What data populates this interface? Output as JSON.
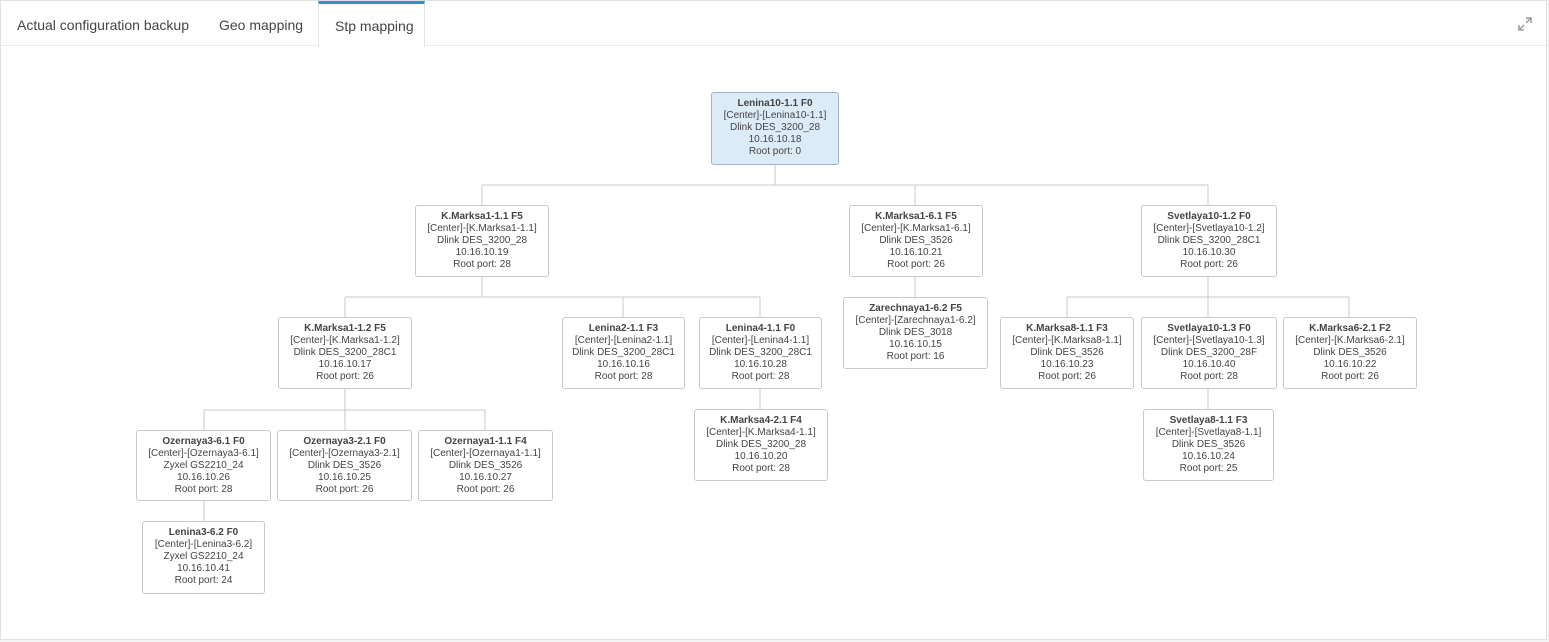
{
  "tabs": [
    {
      "label": "Actual configuration backup",
      "active": false
    },
    {
      "label": "Geo mapping",
      "active": false
    },
    {
      "label": "Stp mapping",
      "active": true
    }
  ],
  "nodes": {
    "lenina10_1_1": {
      "name": "Lenina10-1.1 F0",
      "path": "[Center]-[Lenina10-1.1]",
      "model": "Dlink DES_3200_28",
      "ip": "10.16.10.18",
      "root_port": "Root port: 0"
    },
    "kmarksa1_1_1": {
      "name": "K.Marksa1-1.1 F5",
      "path": "[Center]-[K.Marksa1-1.1]",
      "model": "Dlink DES_3200_28",
      "ip": "10.16.10.19",
      "root_port": "Root port: 28"
    },
    "kmarksa1_6_1": {
      "name": "K.Marksa1-6.1 F5",
      "path": "[Center]-[K.Marksa1-6.1]",
      "model": "Dlink DES_3526",
      "ip": "10.16.10.21",
      "root_port": "Root port: 26"
    },
    "svetlaya10_1_2": {
      "name": "Svetlaya10-1.2 F0",
      "path": "[Center]-[Svetlaya10-1.2]",
      "model": "Dlink DES_3200_28C1",
      "ip": "10.16.10.30",
      "root_port": "Root port: 26"
    },
    "kmarksa1_1_2": {
      "name": "K.Marksa1-1.2 F5",
      "path": "[Center]-[K.Marksa1-1.2]",
      "model": "Dlink DES_3200_28C1",
      "ip": "10.16.10.17",
      "root_port": "Root port: 26"
    },
    "lenina2_1_1": {
      "name": "Lenina2-1.1 F3",
      "path": "[Center]-[Lenina2-1.1]",
      "model": "Dlink DES_3200_28C1",
      "ip": "10.16.10.16",
      "root_port": "Root port: 28"
    },
    "lenina4_1_1": {
      "name": "Lenina4-1.1 F0",
      "path": "[Center]-[Lenina4-1.1]",
      "model": "Dlink DES_3200_28C1",
      "ip": "10.16.10.28",
      "root_port": "Root port: 28"
    },
    "zarechnaya1_6_2": {
      "name": "Zarechnaya1-6.2 F5",
      "path": "[Center]-[Zarechnaya1-6.2]",
      "model": "Dlink DES_3018",
      "ip": "10.16.10.15",
      "root_port": "Root port: 16"
    },
    "kmarksa8_1_1": {
      "name": "K.Marksa8-1.1 F3",
      "path": "[Center]-[K.Marksa8-1.1]",
      "model": "Dlink DES_3526",
      "ip": "10.16.10.23",
      "root_port": "Root port: 26"
    },
    "svetlaya10_1_3": {
      "name": "Svetlaya10-1.3 F0",
      "path": "[Center]-[Svetlaya10-1.3]",
      "model": "Dlink DES_3200_28F",
      "ip": "10.16.10.40",
      "root_port": "Root port: 28"
    },
    "kmarksa6_2_1": {
      "name": "K.Marksa6-2.1 F2",
      "path": "[Center]-[K.Marksa6-2.1]",
      "model": "Dlink DES_3526",
      "ip": "10.16.10.22",
      "root_port": "Root port: 26"
    },
    "ozernaya3_6_1": {
      "name": "Ozernaya3-6.1 F0",
      "path": "[Center]-[Ozernaya3-6.1]",
      "model": "Zyxel GS2210_24",
      "ip": "10.16.10.26",
      "root_port": "Root port: 28"
    },
    "ozernaya3_2_1": {
      "name": "Ozernaya3-2.1 F0",
      "path": "[Center]-[Ozernaya3-2.1]",
      "model": "Dlink DES_3526",
      "ip": "10.16.10.25",
      "root_port": "Root port: 26"
    },
    "ozernaya1_1_1": {
      "name": "Ozernaya1-1.1 F4",
      "path": "[Center]-[Ozernaya1-1.1]",
      "model": "Dlink DES_3526",
      "ip": "10.16.10.27",
      "root_port": "Root port: 26"
    },
    "kmarksa4_2_1": {
      "name": "K.Marksa4-2.1 F4",
      "path": "[Center]-[K.Marksa4-1.1]",
      "model": "Dlink DES_3200_28",
      "ip": "10.16.10.20",
      "root_port": "Root port: 28"
    },
    "svetlaya8_1_1": {
      "name": "Svetlaya8-1.1 F3",
      "path": "[Center]-[Svetlaya8-1.1]",
      "model": "Dlink DES_3526",
      "ip": "10.16.10.24",
      "root_port": "Root port: 25"
    },
    "lenina3_6_2": {
      "name": "Lenina3-6.2 F0",
      "path": "[Center]-[Lenina3-6.2]",
      "model": "Zyxel GS2210_24",
      "ip": "10.16.10.41",
      "root_port": "Root port: 24"
    }
  }
}
